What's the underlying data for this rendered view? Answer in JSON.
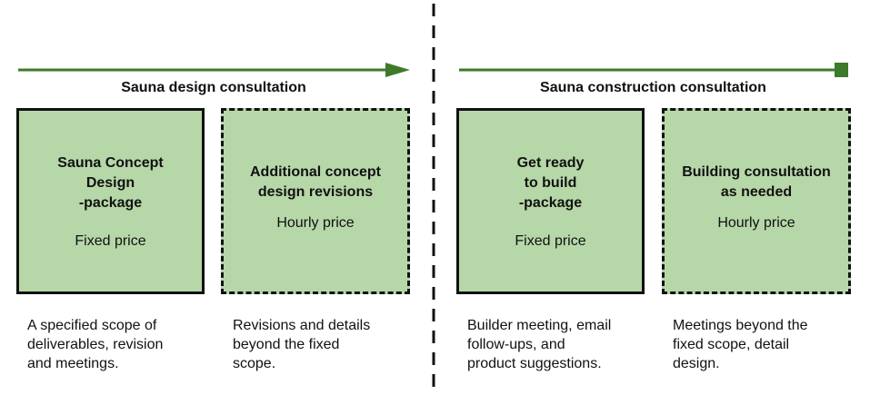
{
  "colors": {
    "arrow": "#3d7a29",
    "box_fill": "#b6d7a8",
    "border": "#111111"
  },
  "sections": [
    {
      "title": "Sauna design consultation",
      "boxes": [
        {
          "title": "Sauna  Concept\nDesign\n-package",
          "price": "Fixed price",
          "border": "solid",
          "description": "A specified scope of\ndeliverables, revision\nand meetings."
        },
        {
          "title": "Additional concept\ndesign revisions",
          "price": "Hourly price",
          "border": "dashed",
          "description": "Revisions and details\nbeyond the fixed\nscope."
        }
      ]
    },
    {
      "title": "Sauna construction consultation",
      "boxes": [
        {
          "title": "Get ready\nto build\n-package",
          "price": "Fixed price",
          "border": "solid",
          "description": "Builder meeting, email\nfollow-ups, and\nproduct suggestions."
        },
        {
          "title": "Building consultation\nas needed",
          "price": "Hourly price",
          "border": "dashed",
          "description": "Meetings beyond the\nfixed scope, detail\ndesign."
        }
      ]
    }
  ]
}
